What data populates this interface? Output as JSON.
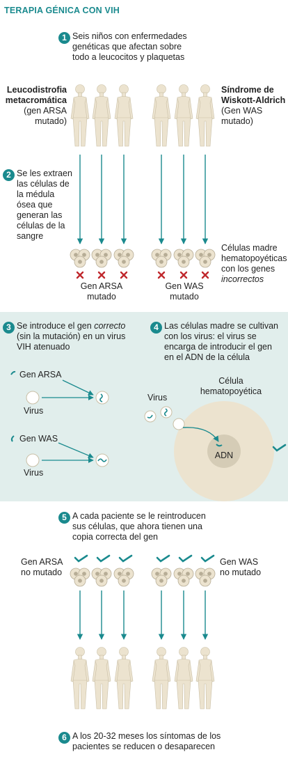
{
  "title": "TERAPIA GÉNICA CON VIH",
  "steps": [
    {
      "num": "1",
      "text": "Seis niños con enfermedades genéticas que afectan sobre todo a leucocitos y plaquetas"
    },
    {
      "num": "2",
      "text": "Se les extraen las células de la médula ósea que generan las células de la sangre"
    },
    {
      "num": "3",
      "text_a": "Se introduce el gen",
      "text_em": "correcto",
      "text_b": "(sin la mutación) en un virus VIH atenuado"
    },
    {
      "num": "4",
      "text": "Las células madre se cultivan con los virus: el virus se encarga de introducir el gen en el ADN de la célula"
    },
    {
      "num": "5",
      "text": "A cada paciente se le reintroducen sus células, que ahora tienen una copia correcta del gen"
    },
    {
      "num": "6",
      "text": "A los 20-32 meses los síntomas de los pacientes se reducen o desaparecen"
    }
  ],
  "left_group": {
    "name": "Leucodistrofia metacromática",
    "gene": "(gen ARSA mutado)"
  },
  "right_group": {
    "name": "Síndrome de Wiskott-Aldrich",
    "gene": "(Gen WAS mutado)"
  },
  "stem_cells": {
    "text": "Células madre hematopoyéticas con los genes",
    "em": "incorrectos"
  },
  "mutated": {
    "left": "Gen ARSA mutado",
    "right": "Gen WAS mutado"
  },
  "panel": {
    "gen_arsa": "Gen ARSA",
    "gen_was": "Gen WAS",
    "virus": "Virus",
    "cell_title": "Célula hematopoyética",
    "adn": "ADN"
  },
  "not_mutated": {
    "left": "Gen ARSA no mutado",
    "right": "Gen WAS no mutado"
  },
  "colors": {
    "accent": "#1a8a8e",
    "figure": "#ece3cf",
    "panel": "#e1eeec",
    "cross": "#c0282d"
  }
}
